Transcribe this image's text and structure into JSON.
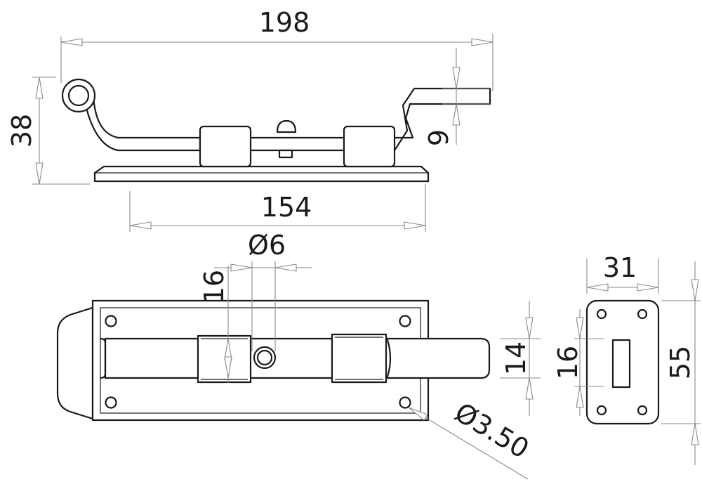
{
  "dimensions": {
    "overall_length": "198",
    "base_length": "154",
    "height": "38",
    "handle_offset": "9",
    "bolt_diameter": "Ø6",
    "bolt_width": "16",
    "handle_width": "14",
    "hole_diameter": "Ø3.50",
    "keeper_width": "31",
    "keeper_height": "55",
    "keeper_slot": "16"
  },
  "colors": {
    "outline": "#1a1a1a",
    "dimension_line": "#8a8a8a",
    "background": "#ffffff"
  }
}
